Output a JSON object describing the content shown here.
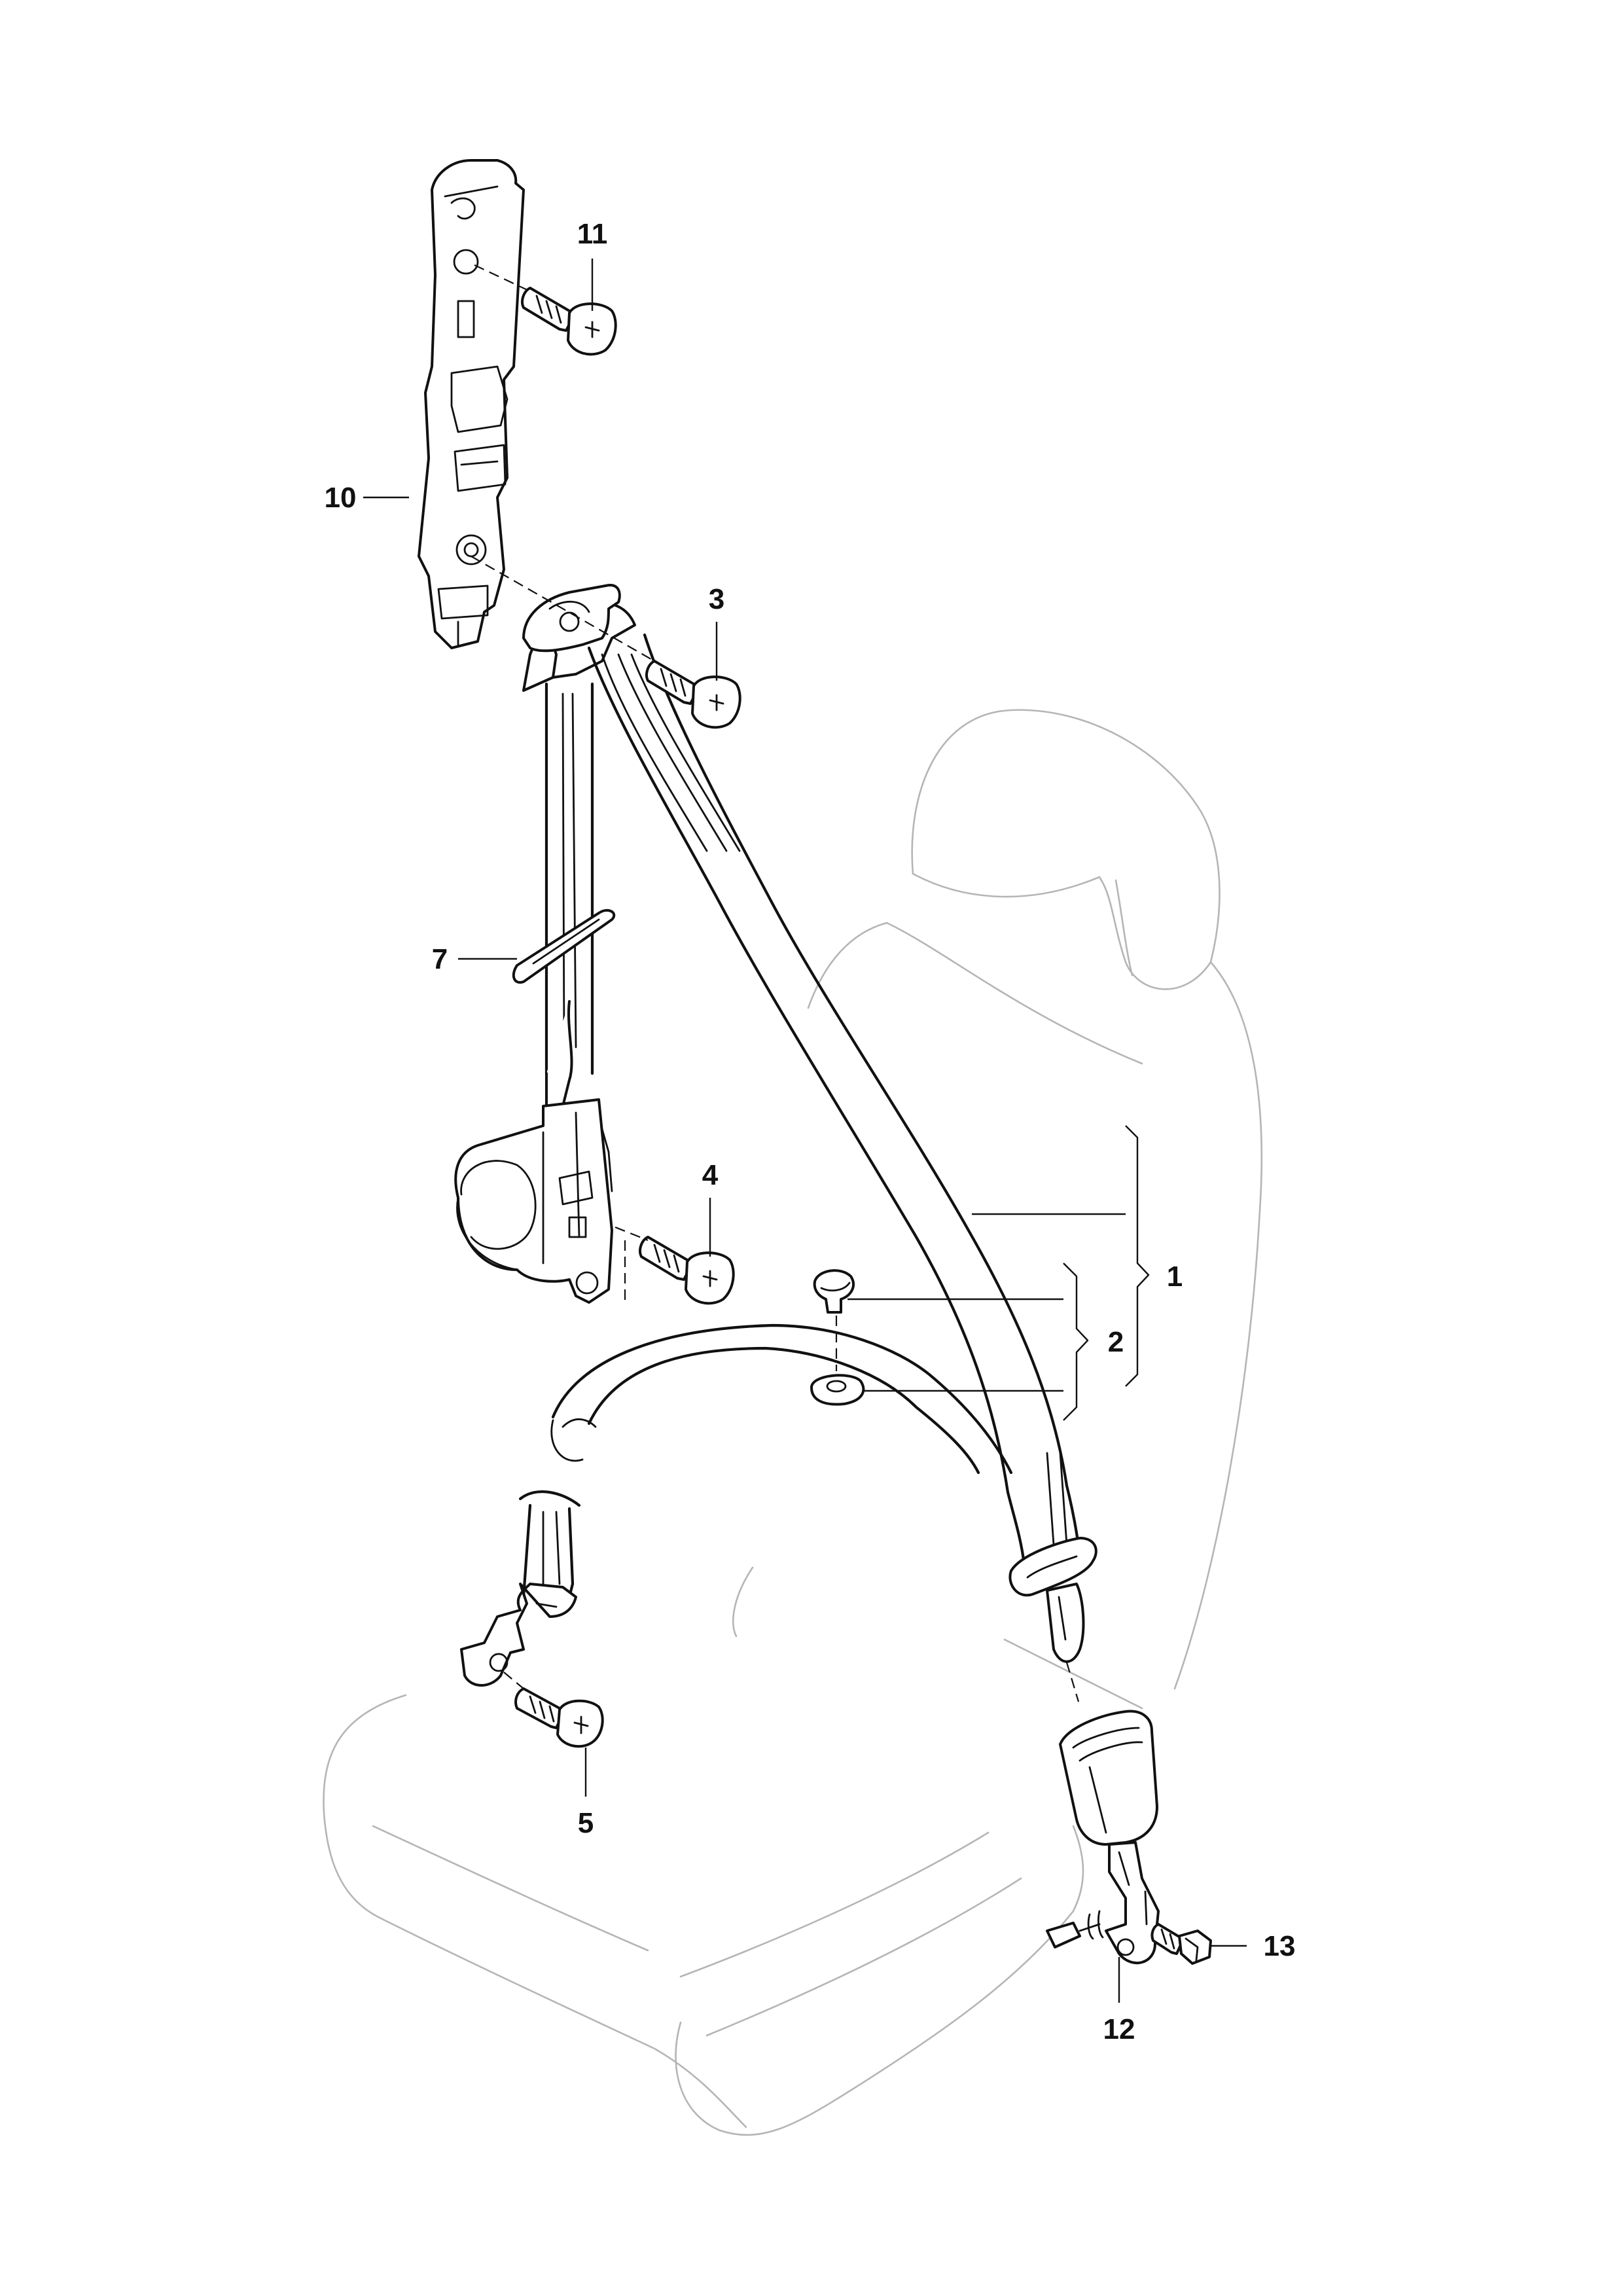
{
  "callouts": {
    "c1": "1",
    "c2": "2",
    "c3": "3",
    "c4": "4",
    "c5": "5",
    "c7": "7",
    "c10": "10",
    "c11": "11",
    "c12": "12",
    "c13": "13"
  },
  "colors": {
    "line": "#111111",
    "seat_outline": "#b5b5b5",
    "background": "#ffffff"
  }
}
